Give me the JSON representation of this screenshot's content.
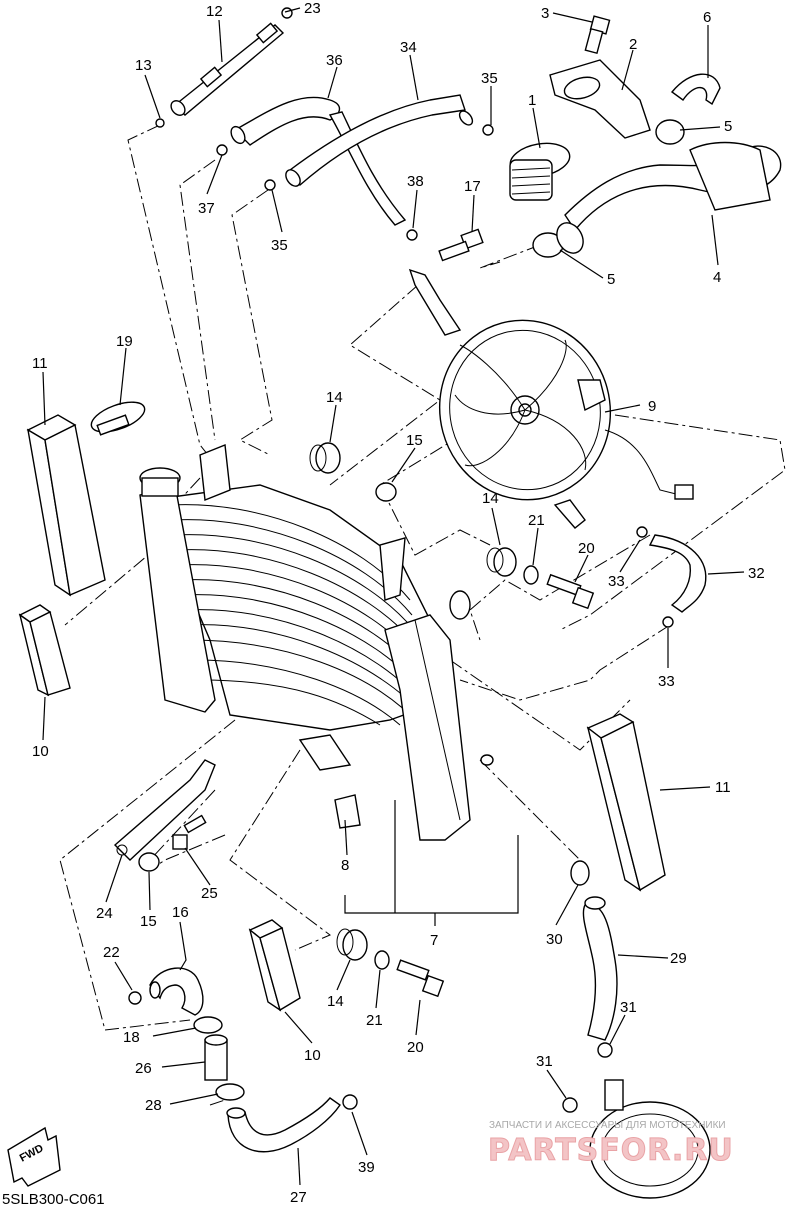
{
  "diagram": {
    "code": "5SLB300-C061",
    "fwd_label": "FWD",
    "watermark": {
      "small": "ЗАПЧАСТИ И АКСЕССУАРЫ ДЛЯ МОТОТЕХНИКИ",
      "big": "PARTSFOR.RU"
    },
    "callouts": [
      {
        "id": "c12a",
        "text": "12"
      },
      {
        "id": "c23",
        "text": "23"
      },
      {
        "id": "c3",
        "text": "3"
      },
      {
        "id": "c6",
        "text": "6"
      },
      {
        "id": "c2",
        "text": "2"
      },
      {
        "id": "c13",
        "text": "13"
      },
      {
        "id": "c36",
        "text": "36"
      },
      {
        "id": "c34",
        "text": "34"
      },
      {
        "id": "c35a",
        "text": "35"
      },
      {
        "id": "c1",
        "text": "1"
      },
      {
        "id": "c5a",
        "text": "5"
      },
      {
        "id": "c37",
        "text": "37"
      },
      {
        "id": "c38",
        "text": "38"
      },
      {
        "id": "c17",
        "text": "17"
      },
      {
        "id": "c35b",
        "text": "35"
      },
      {
        "id": "c5b",
        "text": "5"
      },
      {
        "id": "c4",
        "text": "4"
      },
      {
        "id": "c11a",
        "text": "11"
      },
      {
        "id": "c19",
        "text": "19"
      },
      {
        "id": "c14a",
        "text": "14"
      },
      {
        "id": "c9",
        "text": "9"
      },
      {
        "id": "c15a",
        "text": "15"
      },
      {
        "id": "c14b",
        "text": "14"
      },
      {
        "id": "c21a",
        "text": "21"
      },
      {
        "id": "c20a",
        "text": "20"
      },
      {
        "id": "c33a",
        "text": "33"
      },
      {
        "id": "c32",
        "text": "32"
      },
      {
        "id": "c33b",
        "text": "33"
      },
      {
        "id": "c10a",
        "text": "10"
      },
      {
        "id": "c11b",
        "text": "11"
      },
      {
        "id": "c8",
        "text": "8"
      },
      {
        "id": "c24",
        "text": "24"
      },
      {
        "id": "c15b",
        "text": "15"
      },
      {
        "id": "c25",
        "text": "25"
      },
      {
        "id": "c16",
        "text": "16"
      },
      {
        "id": "c7",
        "text": "7"
      },
      {
        "id": "c30",
        "text": "30"
      },
      {
        "id": "c29",
        "text": "29"
      },
      {
        "id": "c22",
        "text": "22"
      },
      {
        "id": "c14c",
        "text": "14"
      },
      {
        "id": "c21b",
        "text": "21"
      },
      {
        "id": "c20b",
        "text": "20"
      },
      {
        "id": "c10b",
        "text": "10"
      },
      {
        "id": "c18",
        "text": "18"
      },
      {
        "id": "c31a",
        "text": "31"
      },
      {
        "id": "c26",
        "text": "26"
      },
      {
        "id": "c31b",
        "text": "31"
      },
      {
        "id": "c28",
        "text": "28"
      },
      {
        "id": "c39",
        "text": "39"
      },
      {
        "id": "c27",
        "text": "27"
      }
    ]
  }
}
